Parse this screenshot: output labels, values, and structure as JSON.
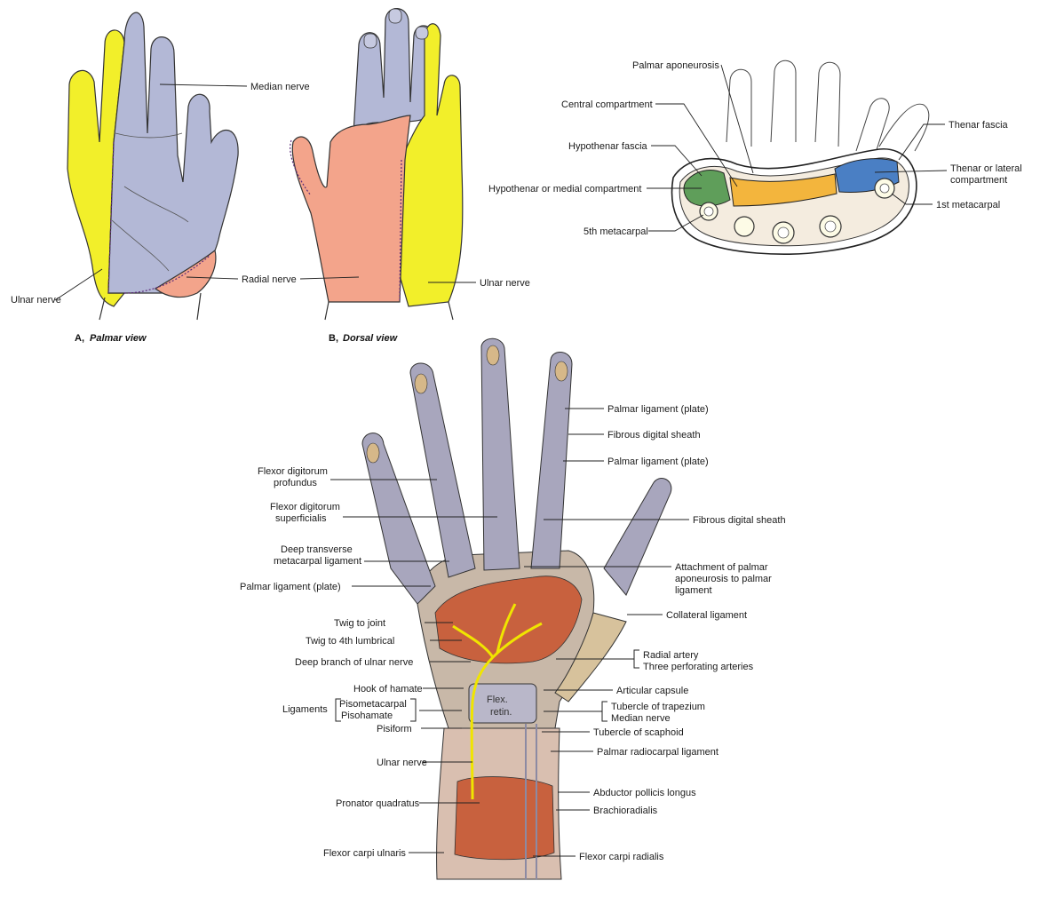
{
  "colors": {
    "median": "#b3b8d6",
    "ulnar": "#f2ef2a",
    "radial": "#f3a48b",
    "hypothenar_compartment": "#5f9e5a",
    "central_compartment": "#f3b53d",
    "thenar_compartment": "#4a7fc4",
    "muscle": "#c8613e",
    "tendon": "#a8a6bd",
    "nerve": "#f0e500"
  },
  "panel_a": {
    "caption_letter": "A,",
    "caption_title": "Palmar view",
    "labels": {
      "median": "Median nerve",
      "ulnar": "Ulnar nerve",
      "radial": "Radial nerve"
    }
  },
  "panel_b": {
    "caption_letter": "B,",
    "caption_title": "Dorsal view",
    "labels": {
      "ulnar": "Ulnar nerve"
    }
  },
  "cross_section": {
    "labels": {
      "palmar_aponeurosis": "Palmar aponeurosis",
      "central_compartment": "Central compartment",
      "hypothenar_fascia": "Hypothenar fascia",
      "hypothenar_compartment": "Hypothenar or medial compartment",
      "fifth_metacarpal": "5th metacarpal",
      "thenar_fascia": "Thenar fascia",
      "thenar_compartment_1": "Thenar or lateral",
      "thenar_compartment_2": "compartment",
      "first_metacarpal": "1st metacarpal"
    }
  },
  "palm_dissection": {
    "flexor_text_1": "Flex.",
    "flexor_text_2": "retin.",
    "labels": {
      "fdp_1": "Flexor digitorum",
      "fdp_2": "profundus",
      "fds_1": "Flexor digitorum",
      "fds_2": "superficialis",
      "dtml_1": "Deep transverse",
      "dtml_2": "metacarpal ligament",
      "palmar_lig_left": "Palmar ligament (plate)",
      "twig_joint": "Twig to joint",
      "twig_lumbrical": "Twig to 4th lumbrical",
      "deep_branch_ulnar": "Deep branch of ulnar nerve",
      "hook_hamate": "Hook of hamate",
      "ligaments": "Ligaments",
      "pisometacarpal": "Pisometacarpal",
      "pisohamate": "Pisohamate",
      "pisiform": "Pisiform",
      "ulnar_nerve": "Ulnar nerve",
      "pronator_quadratus": "Pronator quadratus",
      "fcu": "Flexor carpi ulnaris",
      "palmar_lig_top": "Palmar ligament (plate)",
      "fibrous_sheath_top": "Fibrous digital sheath",
      "palmar_lig_mid": "Palmar ligament (plate)",
      "fibrous_sheath_right": "Fibrous digital sheath",
      "attach_1": "Attachment of palmar",
      "attach_2": "aponeurosis to palmar",
      "attach_3": "ligament",
      "collateral": "Collateral ligament",
      "radial_artery": "Radial artery",
      "perforating": "Three perforating arteries",
      "articular_capsule": "Articular capsule",
      "tubercle_trapezium": "Tubercle of trapezium",
      "median_nerve": "Median nerve",
      "tubercle_scaphoid": "Tubercle of scaphoid",
      "palmar_radiocarpal": "Palmar radiocarpal ligament",
      "apl": "Abductor pollicis longus",
      "brachioradialis": "Brachioradialis",
      "fcr": "Flexor carpi radialis"
    }
  }
}
